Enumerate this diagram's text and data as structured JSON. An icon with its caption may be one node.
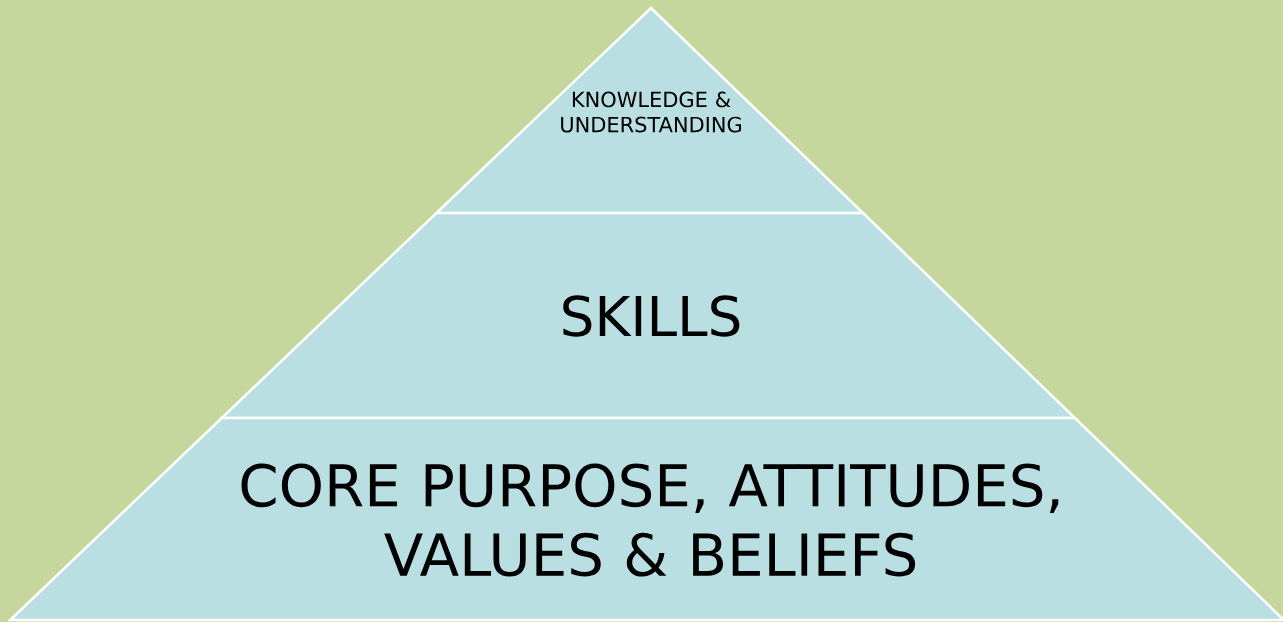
{
  "diagram": {
    "nodes": [
      {
        "text": [
          "KNOWLEDGE & UNDERSTANDING"
        ]
      },
      {
        "text": [
          "SKILLS"
        ]
      },
      {
        "text": [
          "CORE PURPOSE, ATTITUDES, VALUES & BELIEFS"
        ]
      }
    ]
  }
}
